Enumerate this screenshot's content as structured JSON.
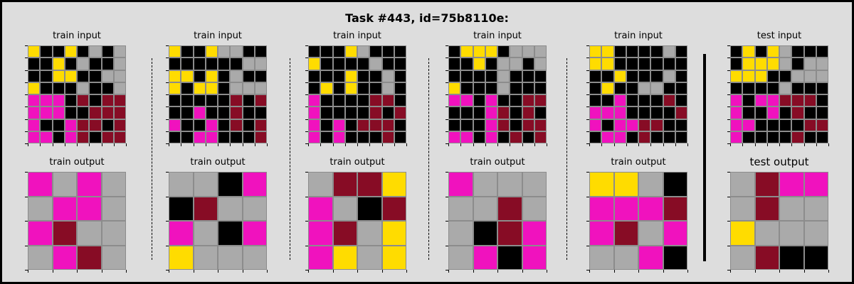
{
  "title": "Task #443, id=75b8110e:",
  "palette": {
    "0": "#000000",
    "4": "#ffdc00",
    "5": "#aaaaaa",
    "6": "#f012be",
    "9": "#870c25"
  },
  "pairs": [
    {
      "input_label": "train input",
      "output_label": "train output",
      "input": [
        [
          4,
          0,
          0,
          4,
          0,
          5,
          0,
          5
        ],
        [
          0,
          0,
          4,
          0,
          5,
          0,
          0,
          5
        ],
        [
          0,
          0,
          4,
          4,
          0,
          0,
          5,
          5
        ],
        [
          4,
          0,
          0,
          0,
          5,
          0,
          0,
          5
        ],
        [
          6,
          6,
          6,
          0,
          9,
          0,
          9,
          9
        ],
        [
          6,
          6,
          6,
          0,
          0,
          9,
          9,
          9
        ],
        [
          6,
          0,
          0,
          6,
          9,
          9,
          0,
          9
        ],
        [
          6,
          6,
          0,
          6,
          9,
          0,
          9,
          9
        ]
      ],
      "output": [
        [
          6,
          5,
          6,
          5
        ],
        [
          5,
          6,
          6,
          5
        ],
        [
          6,
          9,
          5,
          5
        ],
        [
          5,
          6,
          9,
          5
        ]
      ]
    },
    {
      "input_label": "train input",
      "output_label": "train output",
      "input": [
        [
          4,
          0,
          0,
          4,
          5,
          5,
          0,
          0
        ],
        [
          0,
          0,
          0,
          0,
          0,
          0,
          5,
          5
        ],
        [
          4,
          4,
          0,
          4,
          0,
          5,
          0,
          0
        ],
        [
          4,
          0,
          4,
          4,
          0,
          5,
          5,
          5
        ],
        [
          0,
          0,
          0,
          0,
          0,
          9,
          0,
          9
        ],
        [
          0,
          0,
          6,
          0,
          0,
          9,
          0,
          0
        ],
        [
          6,
          0,
          0,
          6,
          0,
          9,
          0,
          9
        ],
        [
          0,
          0,
          6,
          6,
          0,
          0,
          0,
          9
        ]
      ],
      "output": [
        [
          5,
          5,
          0,
          6
        ],
        [
          0,
          9,
          5,
          5
        ],
        [
          6,
          5,
          0,
          6
        ],
        [
          4,
          5,
          5,
          5
        ]
      ]
    },
    {
      "input_label": "train input",
      "output_label": "train output",
      "input": [
        [
          0,
          0,
          0,
          4,
          5,
          0,
          0,
          0
        ],
        [
          4,
          0,
          0,
          0,
          0,
          5,
          0,
          0
        ],
        [
          0,
          0,
          0,
          4,
          0,
          0,
          5,
          0
        ],
        [
          0,
          4,
          0,
          4,
          0,
          0,
          5,
          0
        ],
        [
          6,
          0,
          0,
          0,
          0,
          9,
          9,
          0
        ],
        [
          6,
          0,
          0,
          0,
          0,
          9,
          0,
          9
        ],
        [
          6,
          0,
          6,
          0,
          9,
          9,
          9,
          0
        ],
        [
          6,
          0,
          6,
          0,
          0,
          0,
          9,
          0
        ]
      ],
      "output": [
        [
          5,
          9,
          9,
          4
        ],
        [
          6,
          5,
          0,
          9
        ],
        [
          6,
          9,
          5,
          4
        ],
        [
          6,
          4,
          5,
          4
        ]
      ]
    },
    {
      "input_label": "train input",
      "output_label": "train output",
      "input": [
        [
          0,
          4,
          4,
          4,
          0,
          5,
          5,
          5
        ],
        [
          0,
          0,
          4,
          0,
          5,
          5,
          0,
          5
        ],
        [
          0,
          0,
          0,
          0,
          5,
          0,
          0,
          0
        ],
        [
          4,
          0,
          0,
          0,
          5,
          0,
          0,
          0
        ],
        [
          6,
          6,
          0,
          6,
          0,
          0,
          9,
          9
        ],
        [
          0,
          0,
          0,
          6,
          9,
          0,
          9,
          0
        ],
        [
          0,
          0,
          0,
          6,
          9,
          0,
          9,
          9
        ],
        [
          6,
          6,
          0,
          6,
          0,
          9,
          0,
          9
        ]
      ],
      "output": [
        [
          6,
          5,
          5,
          5
        ],
        [
          5,
          5,
          9,
          5
        ],
        [
          5,
          0,
          9,
          6
        ],
        [
          5,
          6,
          0,
          6
        ]
      ]
    },
    {
      "input_label": "train input",
      "output_label": "train output",
      "input": [
        [
          4,
          4,
          0,
          0,
          0,
          0,
          5,
          0
        ],
        [
          4,
          4,
          0,
          0,
          0,
          0,
          0,
          0
        ],
        [
          0,
          0,
          4,
          0,
          0,
          0,
          5,
          0
        ],
        [
          0,
          4,
          0,
          0,
          5,
          5,
          0,
          0
        ],
        [
          0,
          0,
          6,
          0,
          0,
          0,
          9,
          0
        ],
        [
          6,
          6,
          6,
          0,
          0,
          0,
          0,
          9
        ],
        [
          6,
          0,
          6,
          6,
          9,
          9,
          0,
          0
        ],
        [
          0,
          6,
          6,
          0,
          9,
          0,
          0,
          0
        ]
      ],
      "output": [
        [
          4,
          4,
          5,
          0
        ],
        [
          6,
          6,
          6,
          9
        ],
        [
          6,
          9,
          5,
          6
        ],
        [
          5,
          5,
          6,
          0
        ]
      ]
    }
  ],
  "test": {
    "input_label": "test input",
    "output_label": "test output",
    "input": [
      [
        0,
        4,
        0,
        4,
        5,
        0,
        0,
        0
      ],
      [
        0,
        4,
        4,
        4,
        5,
        0,
        5,
        5
      ],
      [
        4,
        4,
        4,
        0,
        0,
        5,
        5,
        5
      ],
      [
        0,
        0,
        0,
        0,
        5,
        0,
        0,
        0
      ],
      [
        6,
        0,
        6,
        6,
        9,
        9,
        9,
        0
      ],
      [
        6,
        0,
        0,
        6,
        0,
        9,
        0,
        0
      ],
      [
        6,
        6,
        0,
        0,
        0,
        0,
        9,
        9
      ],
      [
        6,
        0,
        0,
        0,
        0,
        9,
        0,
        0
      ]
    ],
    "output": [
      [
        5,
        9,
        6,
        6
      ],
      [
        5,
        9,
        5,
        5
      ],
      [
        4,
        5,
        5,
        5
      ],
      [
        5,
        9,
        0,
        0
      ]
    ]
  }
}
